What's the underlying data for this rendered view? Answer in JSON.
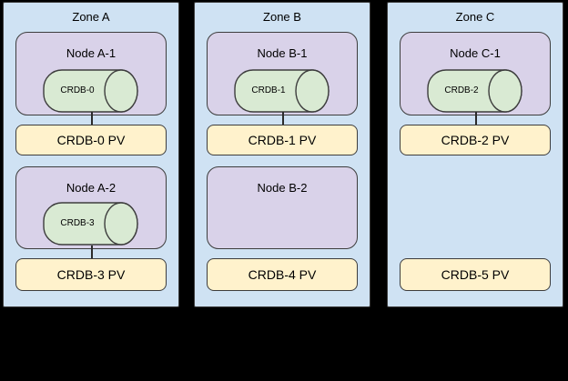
{
  "zones": [
    {
      "name": "Zone A",
      "nodes": [
        {
          "name": "Node A-1",
          "pod": "CRDB-0",
          "connected_pv": "CRDB-0 PV"
        },
        {
          "name": "Node A-2",
          "pod": "CRDB-3",
          "connected_pv": "CRDB-3 PV"
        }
      ],
      "pvs": [
        {
          "label": "CRDB-0 PV"
        },
        {
          "label": "CRDB-3 PV"
        }
      ]
    },
    {
      "name": "Zone B",
      "nodes": [
        {
          "name": "Node B-1",
          "pod": "CRDB-1",
          "connected_pv": "CRDB-1 PV"
        },
        {
          "name": "Node B-2",
          "pod": null,
          "connected_pv": null
        }
      ],
      "pvs": [
        {
          "label": "CRDB-1 PV"
        },
        {
          "label": "CRDB-4 PV"
        }
      ]
    },
    {
      "name": "Zone C",
      "nodes": [
        {
          "name": "Node C-1",
          "pod": "CRDB-2",
          "connected_pv": "CRDB-2 PV"
        }
      ],
      "pvs": [
        {
          "label": "CRDB-2 PV"
        },
        {
          "label": "CRDB-5 PV"
        }
      ]
    }
  ],
  "colors": {
    "zone_fill": "#cfe2f3",
    "node_fill": "#d9d2e9",
    "pod_fill": "#d9ead3",
    "pv_fill": "#fff2cc",
    "outline": "#3d3d3d",
    "canvas_background": "#000000"
  }
}
